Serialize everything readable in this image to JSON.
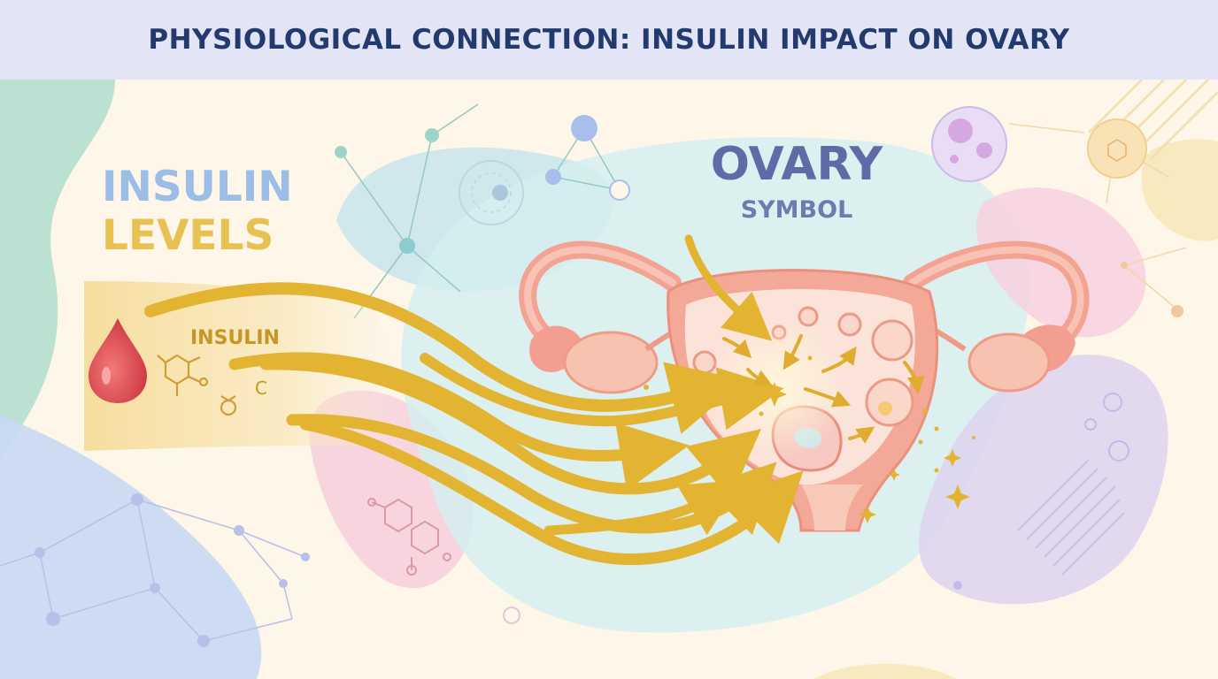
{
  "title": "PHYSIOLOGICAL CONNECTION: INSULIN IMPACT ON OVARY",
  "insulin_levels": {
    "line1": "INSULIN",
    "line2": "LEVELS"
  },
  "molecule_label": "INSULIN",
  "molecule_symbol": "C",
  "ovary": {
    "heading": "OVARY",
    "subheading": "SYMBOL"
  },
  "colors": {
    "title_text": "#223a6e",
    "insulin_blue": "#9bbde6",
    "levels_gold": "#e7c152",
    "arrow_gold": "#e3b432",
    "ovary_pink": "#f3a392",
    "ovary_heading": "#5f6aa6",
    "drop_red": "#d9434c"
  },
  "icons": [
    "blood-drop-icon",
    "molecule-icon",
    "cell-icon",
    "network-node-icon",
    "sparkle-icon"
  ]
}
